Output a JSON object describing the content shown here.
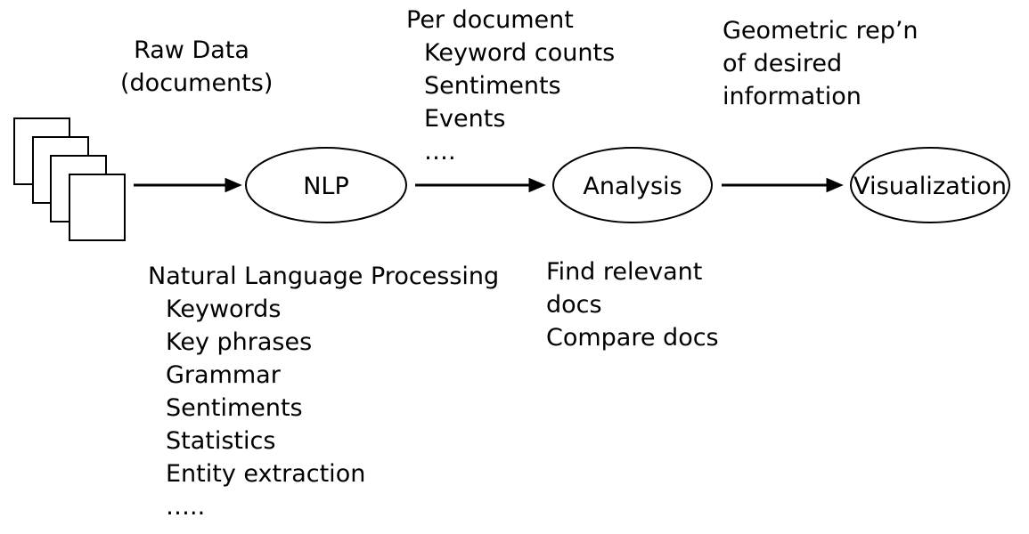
{
  "source_label": {
    "lines": [
      "Raw Data",
      "(documents)"
    ]
  },
  "nodes": {
    "nlp": "NLP",
    "analysis": "Analysis",
    "visualization": "Visualization"
  },
  "per_document": {
    "heading": "Per document",
    "items": [
      "Keyword counts",
      "Sentiments",
      "Events",
      "…."
    ]
  },
  "geometric": {
    "lines": [
      "Geometric rep’n",
      "of desired",
      "information"
    ]
  },
  "nlp_details": {
    "heading": "Natural Language Processing",
    "items": [
      "Keywords",
      "Key phrases",
      "Grammar",
      "Sentiments",
      "Statistics",
      "Entity extraction",
      "….."
    ]
  },
  "analysis_details": {
    "lines": [
      "Find relevant",
      "docs",
      "Compare docs"
    ]
  }
}
